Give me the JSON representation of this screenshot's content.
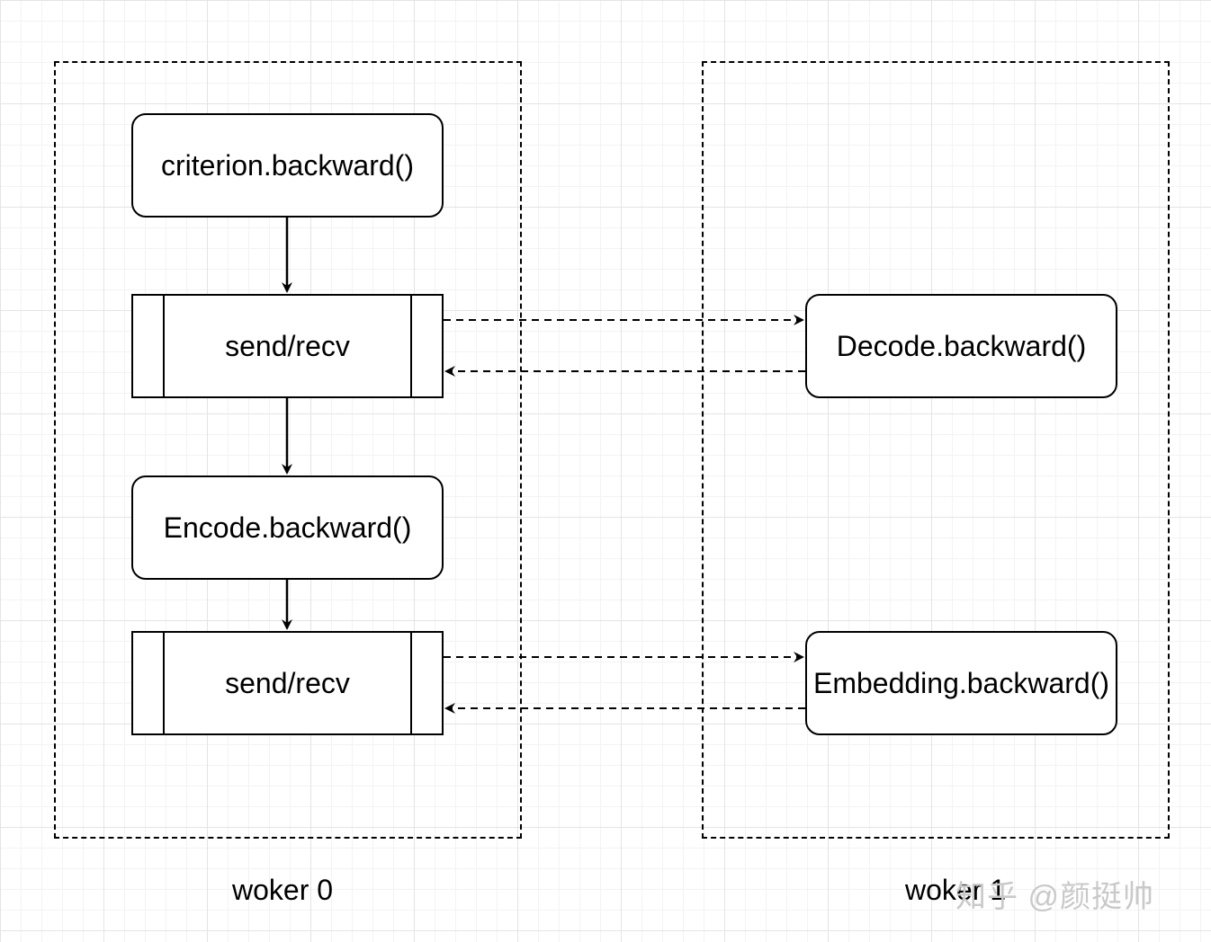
{
  "groups": {
    "worker0": {
      "label": "woker 0"
    },
    "worker1": {
      "label": "woker 1"
    }
  },
  "nodes": {
    "criterion": "criterion.backward()",
    "send_recv_1": "send/recv",
    "encode": "Encode.backward()",
    "send_recv_2": "send/recv",
    "decode": "Decode.backward()",
    "embedding": "Embedding.backward()"
  },
  "watermark": "知乎 @颜挺帅",
  "colors": {
    "stroke": "#000000",
    "background": "#ffffff",
    "grid": "#e4e4e4",
    "watermark": "#c9c9c9"
  }
}
